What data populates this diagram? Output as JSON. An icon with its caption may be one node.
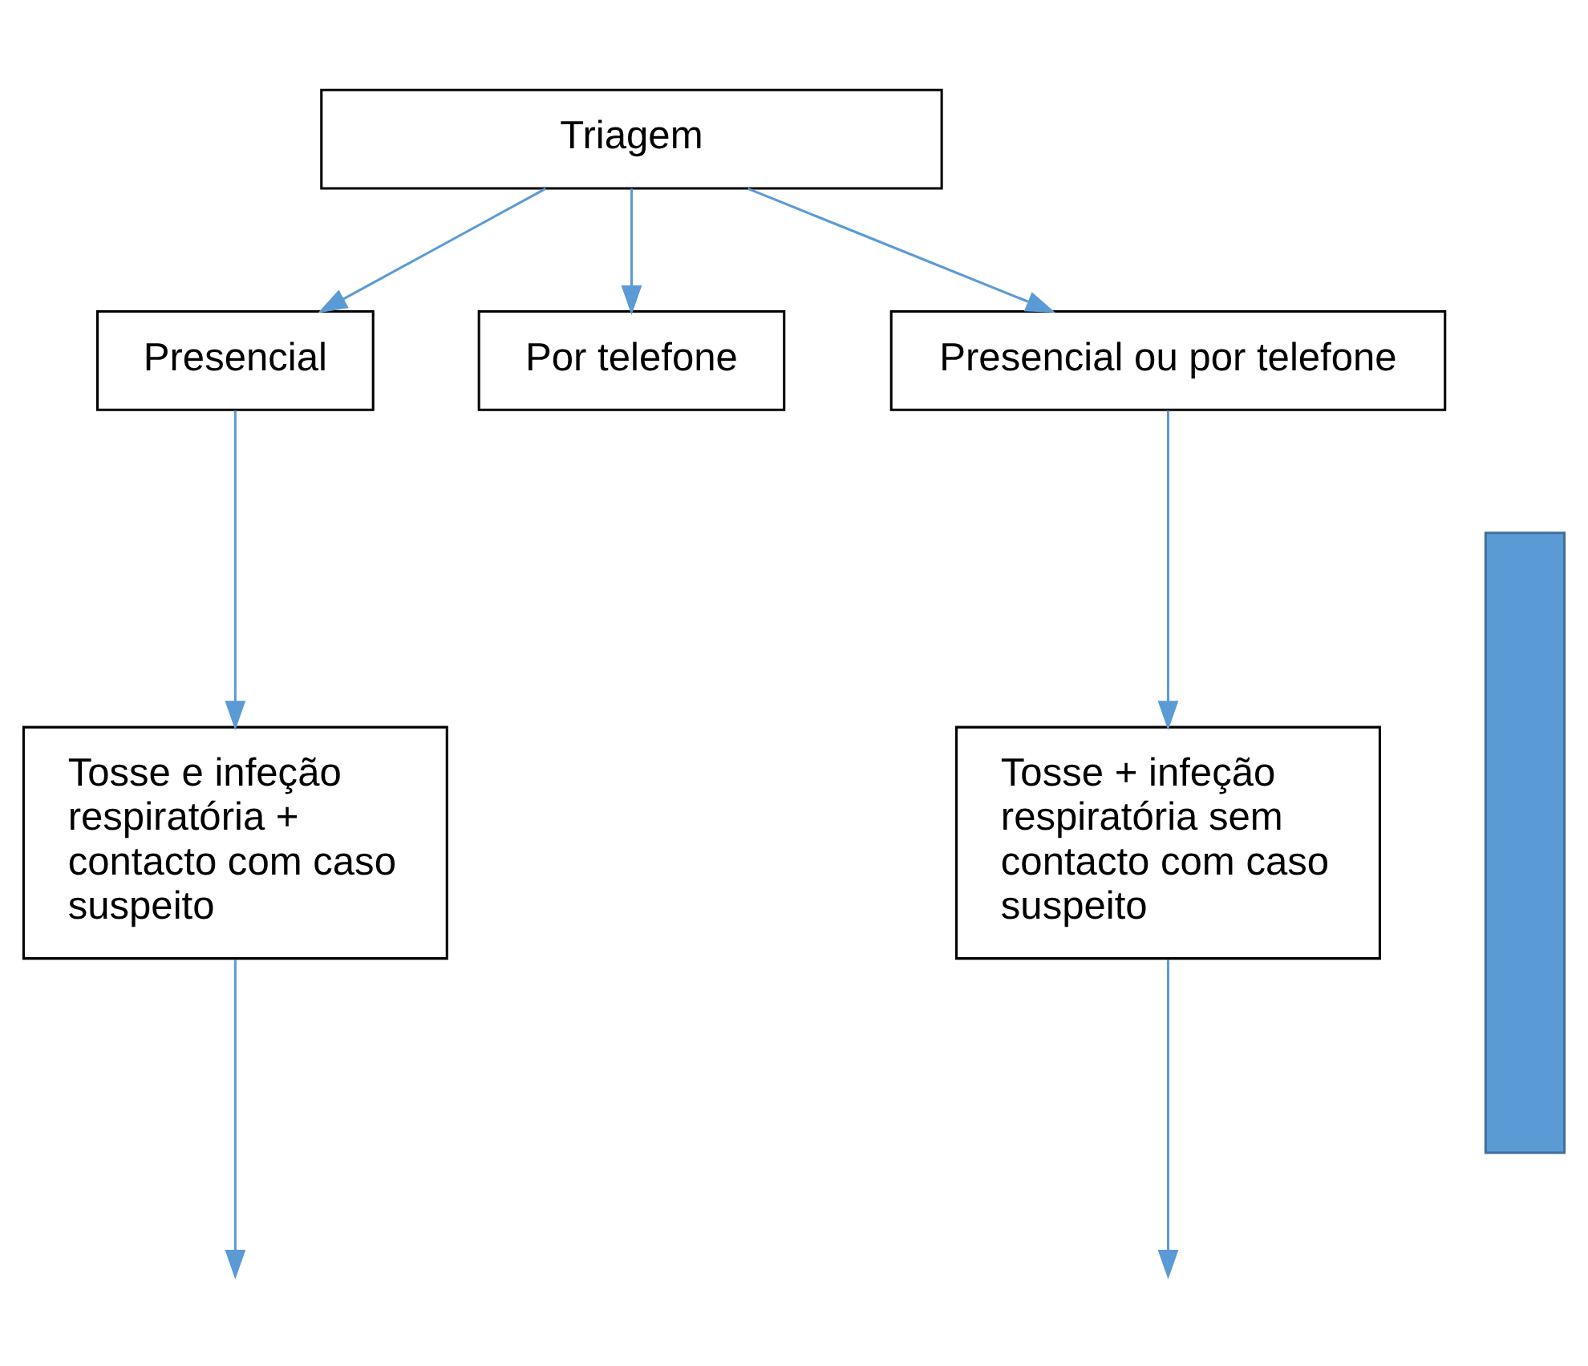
{
  "diagram": {
    "nodes": [
      {
        "text": [
          "Triagem"
        ]
      },
      {
        "text": [
          "Presencial"
        ]
      },
      {
        "text": [
          "Por telefone"
        ]
      },
      {
        "text": [
          "Presencial ou por telefone"
        ]
      },
      {
        "text": [],
        "shape": "bar"
      },
      {
        "text": [
          "Tosse e infeção respiratória + contacto com caso suspeito"
        ]
      },
      {
        "text": [
          "Tosse + infeção respiratória sem contacto com caso suspeito"
        ]
      }
    ],
    "edges": [
      {
        "from": 0,
        "to": 1,
        "arrow": "to"
      },
      {
        "from": 0,
        "to": 2,
        "arrow": "to"
      },
      {
        "from": 0,
        "to": 3,
        "arrow": "to"
      },
      {
        "from": 1,
        "to": 5,
        "arrow": "to"
      },
      {
        "from": 3,
        "to": 6,
        "arrow": "to"
      },
      {
        "from": 5,
        "to": null,
        "arrow": "to"
      },
      {
        "from": 6,
        "to": null,
        "arrow": "to"
      }
    ]
  }
}
